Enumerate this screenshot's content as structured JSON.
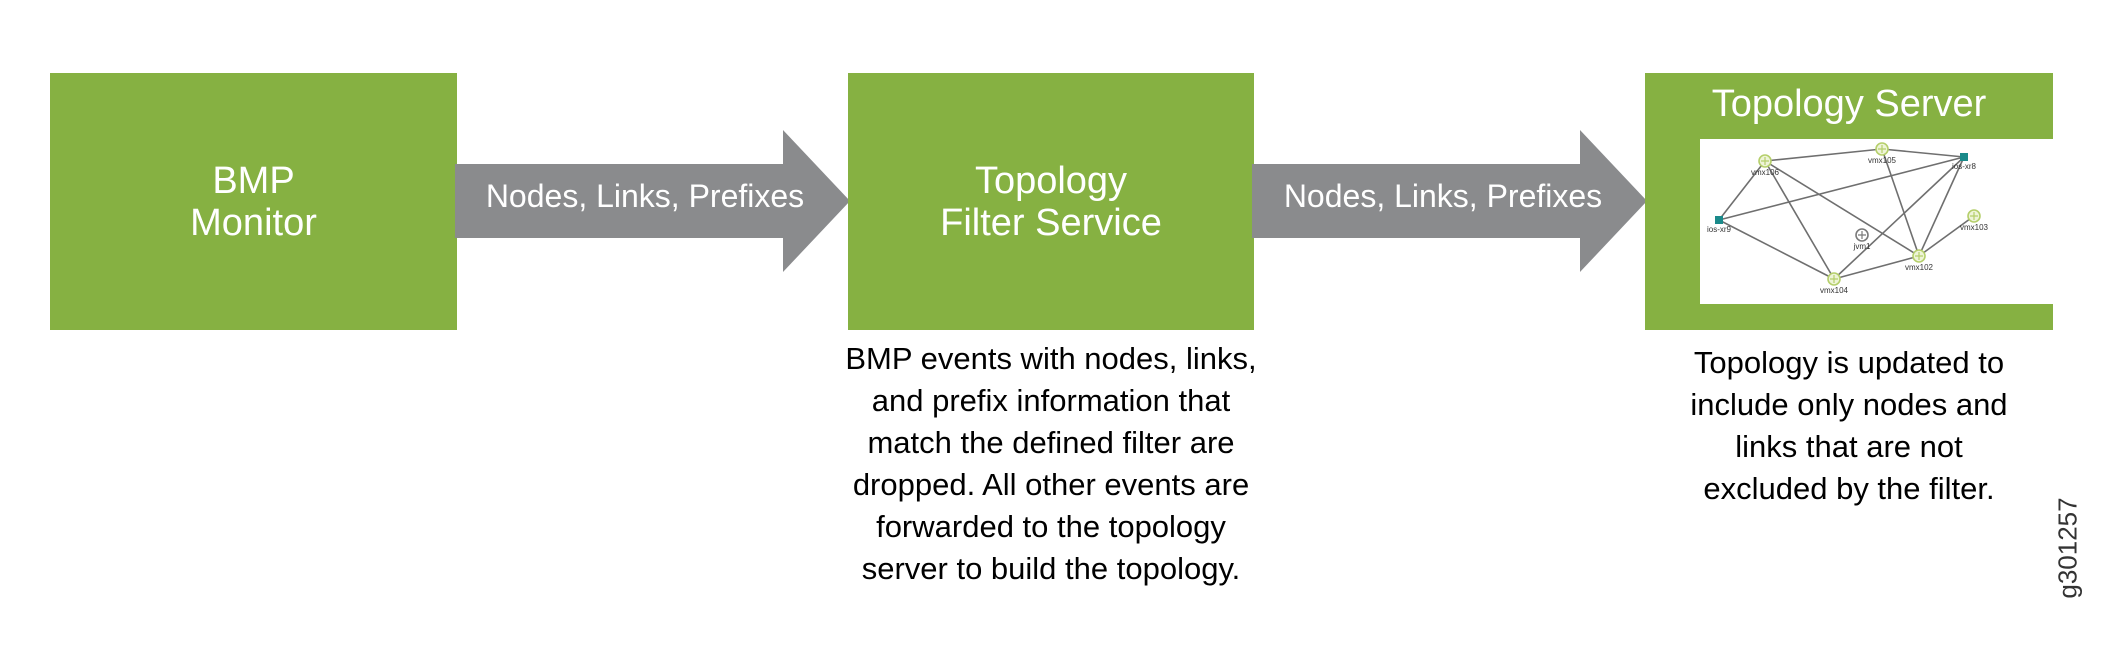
{
  "colors": {
    "box_green": "#86b142",
    "arrow_gray": "#8a8b8d",
    "node_teal": "#1a8a8a",
    "node_router": "#b5cf6b"
  },
  "bmp_monitor": {
    "line1": "BMP",
    "line2": "Monitor"
  },
  "arrow1": {
    "label": "Nodes, Links, Prefixes"
  },
  "filter_service": {
    "line1": "Topology",
    "line2": "Filter Service"
  },
  "arrow2": {
    "label": "Nodes, Links, Prefixes"
  },
  "topology_server": {
    "title": "Topology Server"
  },
  "topology_graph": {
    "nodes": [
      {
        "id": "vmx106",
        "label": "vmx106",
        "type": "router"
      },
      {
        "id": "vmx105",
        "label": "vmx105",
        "type": "router"
      },
      {
        "id": "ios-xr8",
        "label": "ios-xr8",
        "type": "square"
      },
      {
        "id": "ios-xr9",
        "label": "ios-xr9",
        "type": "square"
      },
      {
        "id": "jvm1",
        "label": "jvm1",
        "type": "host"
      },
      {
        "id": "vmx103",
        "label": "vmx103",
        "type": "router"
      },
      {
        "id": "vmx102",
        "label": "vmx102",
        "type": "router"
      },
      {
        "id": "vmx104",
        "label": "vmx104",
        "type": "router"
      }
    ],
    "links": [
      [
        "vmx106",
        "vmx105"
      ],
      [
        "vmx106",
        "ios-xr9"
      ],
      [
        "vmx106",
        "vmx104"
      ],
      [
        "vmx106",
        "vmx102"
      ],
      [
        "vmx105",
        "ios-xr8"
      ],
      [
        "vmx105",
        "vmx102"
      ],
      [
        "ios-xr9",
        "ios-xr8"
      ],
      [
        "ios-xr9",
        "vmx104"
      ],
      [
        "vmx104",
        "vmx102"
      ],
      [
        "vmx104",
        "ios-xr8"
      ],
      [
        "vmx102",
        "vmx103"
      ],
      [
        "vmx102",
        "ios-xr8"
      ]
    ]
  },
  "captions": {
    "filter": [
      "BMP events with nodes, links,",
      "and prefix information that",
      "match the defined filter are",
      "dropped. All other events are",
      "forwarded to the topology",
      "server to build the topology."
    ],
    "server": [
      "Topology is updated to",
      "include only nodes and",
      "links that are not",
      "excluded by the filter."
    ]
  },
  "figure_id": "g301257"
}
